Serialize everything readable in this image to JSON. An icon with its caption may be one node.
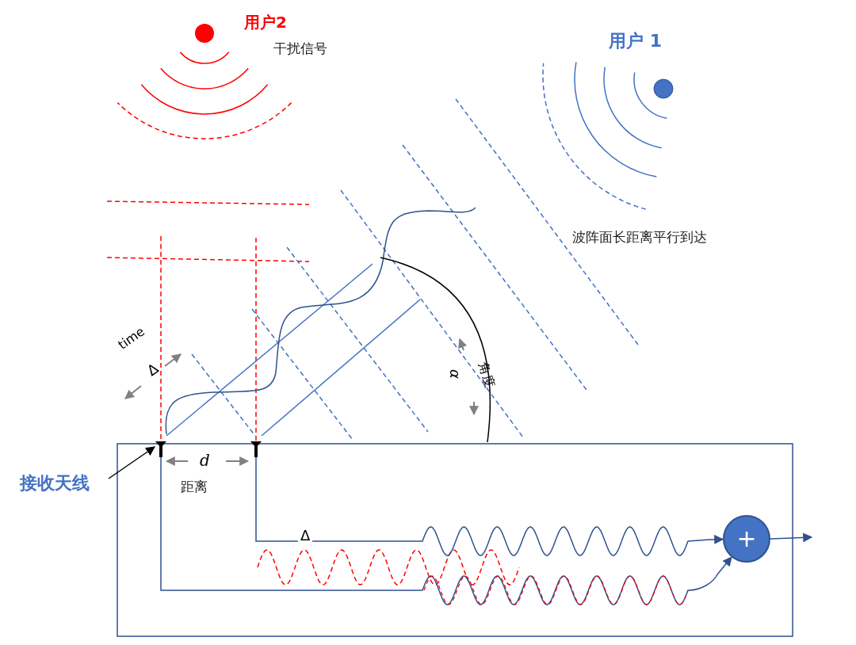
{
  "diagram": {
    "nodes": [
      {
        "text": [
          "接收天线"
        ]
      },
      {
        "text": [],
        "shape": "antenna"
      },
      {
        "text": [],
        "shape": "antenna"
      },
      {
        "text": [
          "+"
        ]
      }
    ],
    "edges": [
      {
        "from": 0,
        "to": 1,
        "arrow": "to",
        "color": "#000000"
      },
      {
        "from": 2,
        "to": 3,
        "label": "Δ",
        "arrow": "to"
      },
      {
        "from": 1,
        "to": 3,
        "arrow": "to"
      },
      {
        "from": 3,
        "to": null,
        "arrow": "to"
      }
    ],
    "labels": [
      "用户2",
      "用户 1",
      "干扰信号",
      "波阵面长距离平行到达",
      "time",
      "Δ",
      "角度",
      "α",
      "d",
      "距离"
    ]
  }
}
